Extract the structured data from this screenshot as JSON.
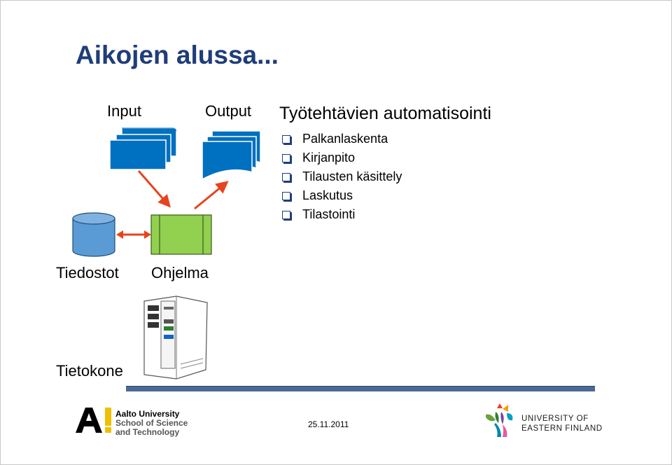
{
  "slide": {
    "title": "Aikojen alussa...",
    "date": "25.11.2011"
  },
  "diagram": {
    "input_label": "Input",
    "output_label": "Output",
    "files_label": "Tiedostot",
    "program_label": "Ohjelma",
    "computer_label": "Tietokone"
  },
  "tasks": {
    "heading": "Työtehtävien automatisointi",
    "items": [
      "Palkanlaskenta",
      "Kirjanpito",
      "Tilausten käsittely",
      "Laskutus",
      "Tilastointi"
    ]
  },
  "logos": {
    "aalto_line1": "Aalto University",
    "aalto_line2": "School of Science",
    "aalto_line3": "and Technology",
    "uef_line1": "UNIVERSITY OF",
    "uef_line2": "EASTERN FINLAND"
  },
  "colors": {
    "title": "#1f3d7a",
    "document_fill": "#0070c0",
    "database_fill": "#5b9bd5",
    "program_fill": "#92d050",
    "arrow": "#e8431f",
    "footer_bar": "#4a6a95"
  }
}
